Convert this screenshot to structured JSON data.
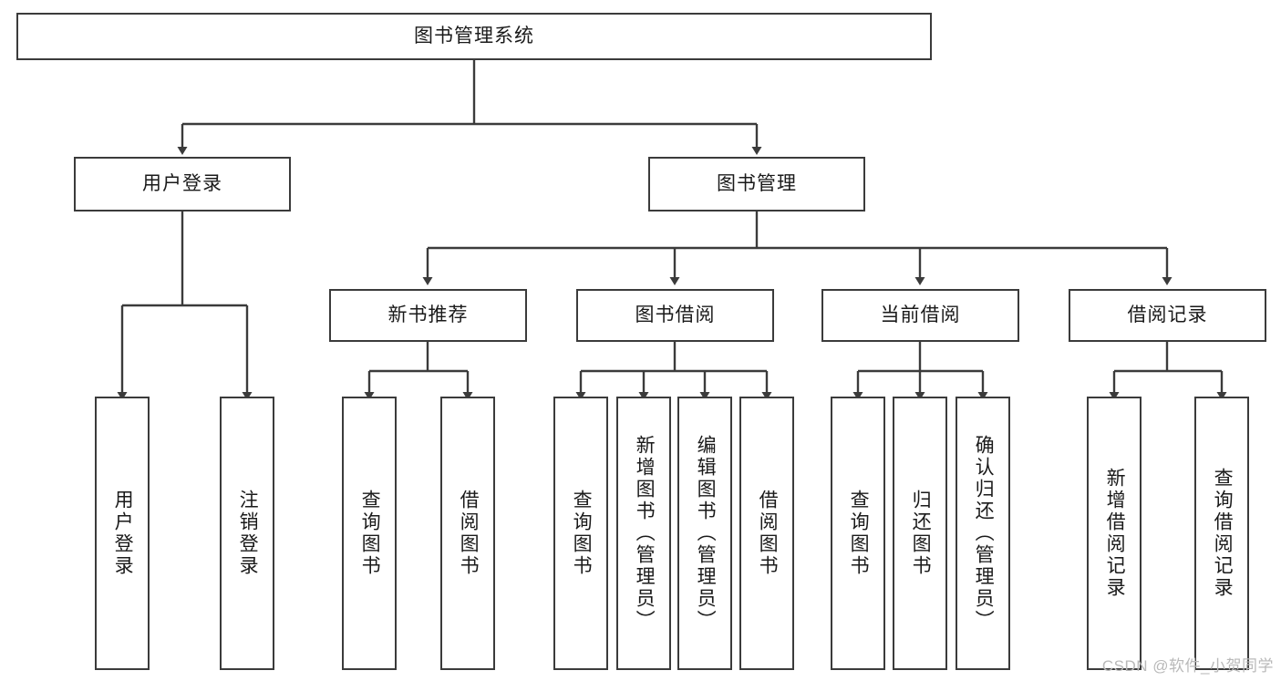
{
  "diagram": {
    "title": "图书管理系统",
    "watermark": "CSDN @软件_小贺同学",
    "stroke_color": "#3b3b3b",
    "text_color": "#1a1a1a",
    "background": "#ffffff",
    "levels": {
      "root": {
        "label": "图书管理系统"
      },
      "level2": [
        {
          "label": "用户登录"
        },
        {
          "label": "图书管理"
        }
      ],
      "level3": [
        {
          "label": "新书推荐"
        },
        {
          "label": "图书借阅"
        },
        {
          "label": "当前借阅"
        },
        {
          "label": "借阅记录"
        }
      ],
      "leaves": {
        "user_login": [
          {
            "label": "用户登录"
          },
          {
            "label": "注销登录"
          }
        ],
        "new_book": [
          {
            "label": "查询图书"
          },
          {
            "label": "借阅图书"
          }
        ],
        "book_borrow": [
          {
            "label": "查询图书"
          },
          {
            "label": "新增图书（管理员）"
          },
          {
            "label": "编辑图书（管理员）"
          },
          {
            "label": "借阅图书"
          }
        ],
        "current_borrow": [
          {
            "label": "查询图书"
          },
          {
            "label": "归还图书"
          },
          {
            "label": "确认归还（管理员）"
          }
        ],
        "borrow_record": [
          {
            "label": "新增借阅记录"
          },
          {
            "label": "查询借阅记录"
          }
        ]
      }
    }
  }
}
